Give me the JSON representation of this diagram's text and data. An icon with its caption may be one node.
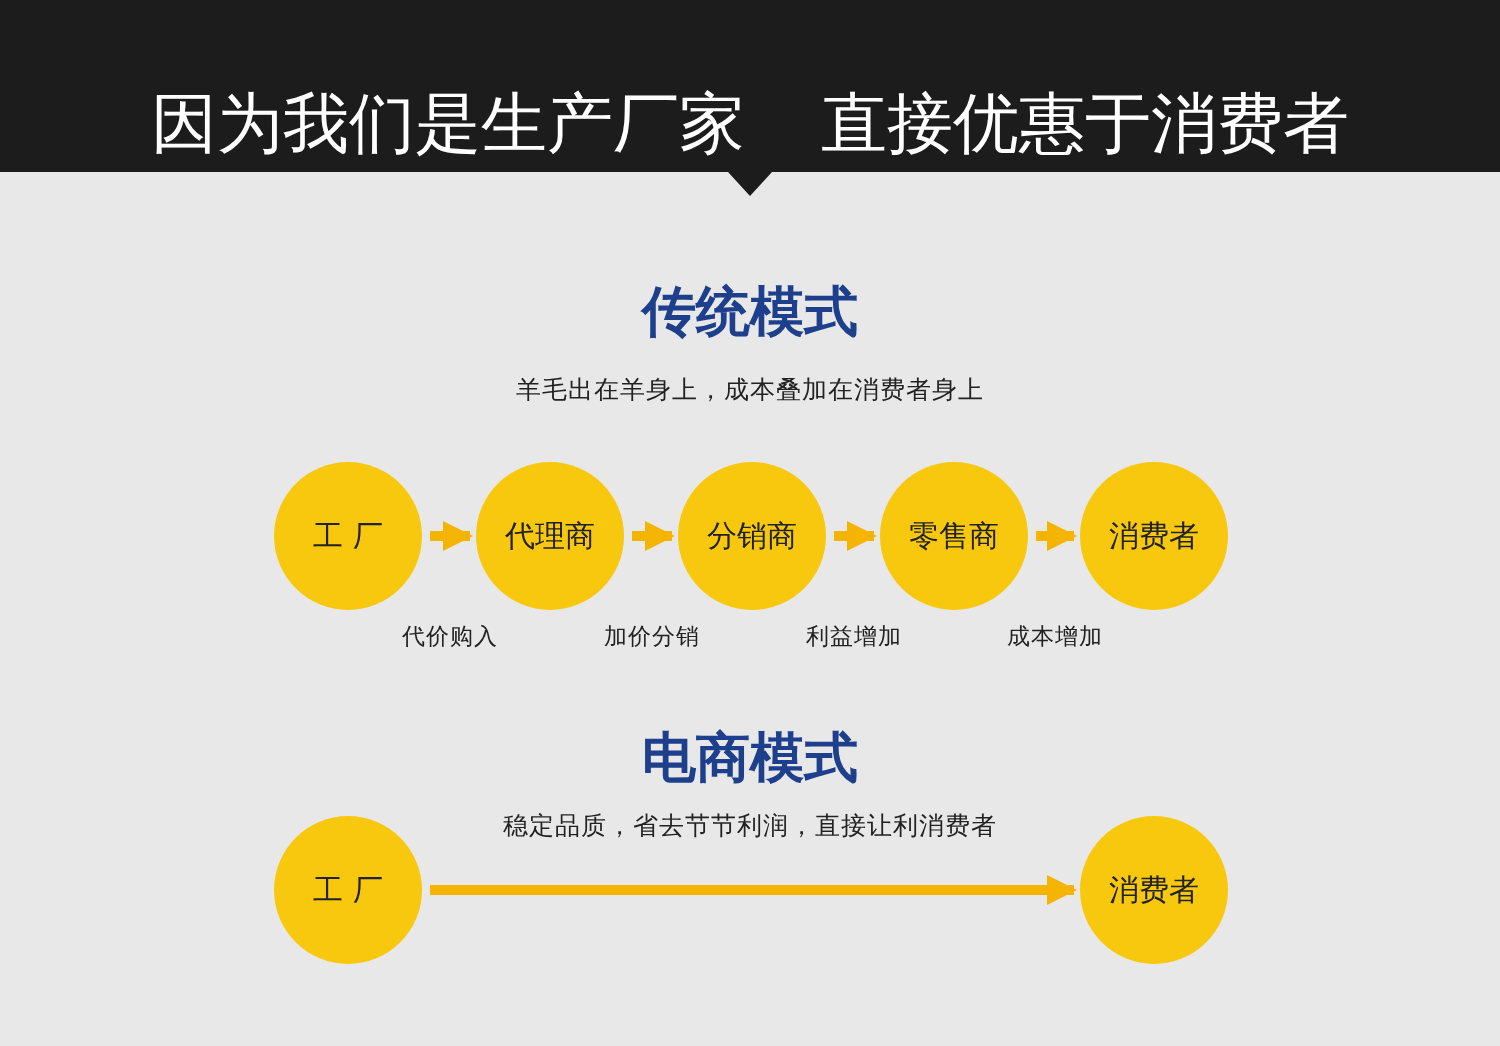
{
  "diagram": {
    "title": "因为我们是生产厂家 直接优惠于消费者",
    "nodes": [
      {
        "text": [
          "工 厂"
        ]
      },
      {
        "text": [
          "代理商"
        ]
      },
      {
        "text": [
          "分销商"
        ]
      },
      {
        "text": [
          "零售商"
        ]
      },
      {
        "text": [
          "消费者"
        ]
      },
      {
        "text": [
          "工 厂"
        ]
      },
      {
        "text": [
          "消费者"
        ]
      }
    ],
    "edges": [
      {
        "from": 0,
        "to": 1,
        "arrow": "to",
        "label": "代价购入"
      },
      {
        "from": 1,
        "to": 2,
        "arrow": "to",
        "label": "加价分销"
      },
      {
        "from": 2,
        "to": 3,
        "arrow": "to",
        "label": "利益增加"
      },
      {
        "from": 3,
        "to": 4,
        "arrow": "to",
        "label": "成本增加"
      },
      {
        "from": 5,
        "to": 6,
        "arrow": "to"
      }
    ],
    "labels": [
      "传统模式",
      "羊毛出在羊身上，成本叠加在消费者身上",
      "电商模式",
      "稳定品质，省去节节利润，直接让利消费者"
    ]
  }
}
